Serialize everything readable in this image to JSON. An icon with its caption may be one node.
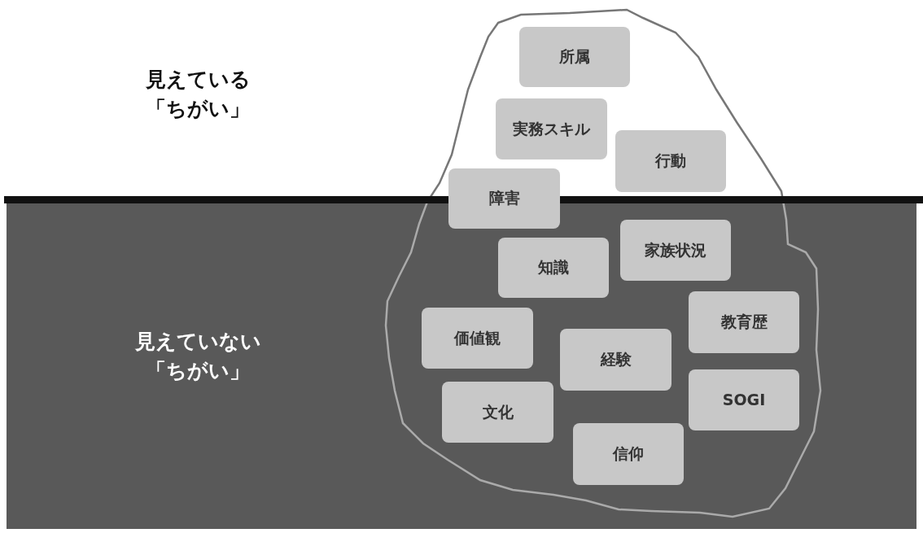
{
  "diagram": {
    "nodes": [
      {
        "text": [
          "所属"
        ]
      },
      {
        "text": [
          "実務スキル"
        ]
      },
      {
        "text": [
          "行動"
        ]
      },
      {
        "text": [
          "障害"
        ]
      },
      {
        "text": [
          "家族状況"
        ]
      },
      {
        "text": [
          "知識"
        ]
      },
      {
        "text": [
          "教育歴"
        ]
      },
      {
        "text": [
          "価値観"
        ]
      },
      {
        "text": [
          "経験"
        ]
      },
      {
        "text": [
          "SOGI"
        ]
      },
      {
        "text": [
          "文化"
        ]
      },
      {
        "text": [
          "信仰"
        ]
      }
    ],
    "labels": [
      "見えている「ちがい」",
      "見えていない「ちがい」"
    ]
  }
}
